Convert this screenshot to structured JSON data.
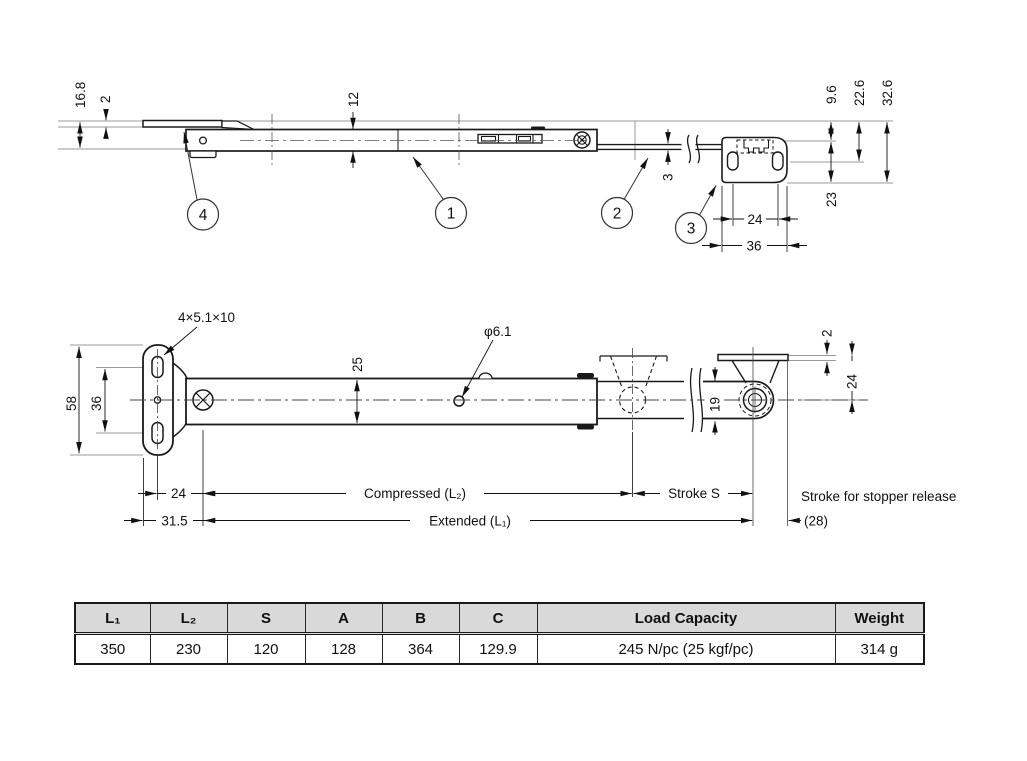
{
  "drawing": {
    "side_view": {
      "callouts": {
        "c1": "1",
        "c2": "2",
        "c3": "3",
        "c4": "4"
      },
      "dims": {
        "height_total": "16.8",
        "plate_thickness": "2",
        "arm_height": "12",
        "rod_dia": "3",
        "bracket_offset": "9.6",
        "hole_offset": "22.6",
        "bracket_depth": "32.6",
        "bracket_height": "23",
        "hole_pitch": "24",
        "bracket_width": "36"
      }
    },
    "plan_view": {
      "dims": {
        "slot_spec": "4×5.1×10",
        "plate_height": "58",
        "slot_pitch": "36",
        "arm_width": "25",
        "hole_dia": "φ6.1",
        "flange_thickness": "2",
        "end_height": "24",
        "end_width": "19",
        "pivot_offset": "24",
        "edge_offset": "31.5",
        "compressed": "Compressed (L₂)",
        "stroke": "Stroke S",
        "extended": "Extended (L₁)",
        "stopper_release": "Stroke for stopper release",
        "stopper_travel": "(28)"
      }
    }
  },
  "table": {
    "headers": [
      "L₁",
      "L₂",
      "S",
      "A",
      "B",
      "C",
      "Load Capacity",
      "Weight"
    ],
    "values": [
      "350",
      "230",
      "120",
      "128",
      "364",
      "129.9",
      "245 N/pc (25 kgf/pc)",
      "314 g"
    ]
  }
}
